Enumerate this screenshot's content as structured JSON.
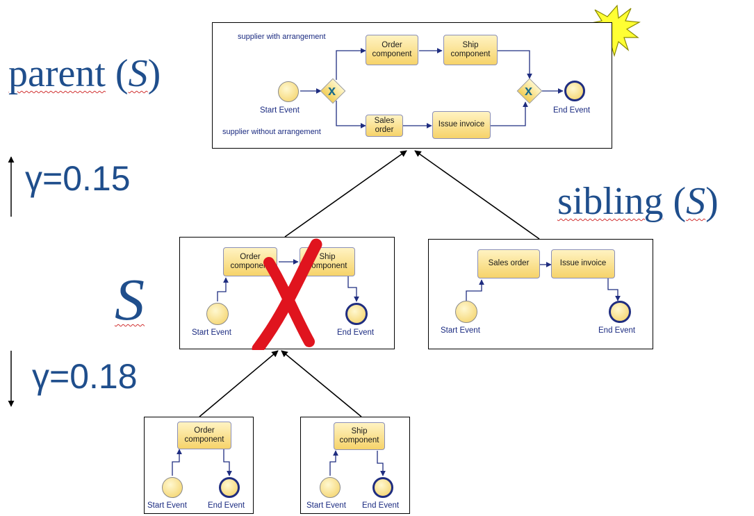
{
  "labels": {
    "parent_word": "parent",
    "parent_paren_open": "(",
    "parent_s": "S",
    "parent_paren_close": ")",
    "sibling_word": "sibling",
    "sibling_paren_open": "(",
    "sibling_s": "S",
    "sibling_paren_close": ")",
    "s_main": "S",
    "gamma_up": "γ=0.15",
    "gamma_down": "γ=0.18"
  },
  "parent_panel": {
    "edge_top": "supplier with arrangement",
    "edge_bottom": "supplier without arrangement",
    "start_event": "Start Event",
    "end_event": "End Event",
    "task_order": "Order component",
    "task_ship": "Ship component",
    "task_sales": "Sales order",
    "task_invoice": "Issue invoice"
  },
  "s_panel": {
    "task_order": "Order component",
    "task_ship": "Ship component",
    "start_event": "Start Event",
    "end_event": "End Event"
  },
  "sibling_panel": {
    "task_sales": "Sales order",
    "task_invoice": "Issue invoice",
    "start_event": "Start Event",
    "end_event": "End Event"
  },
  "child_left": {
    "task": "Order component",
    "start_event": "Start Event",
    "end_event": "End Event"
  },
  "child_right": {
    "task": "Ship component",
    "start_event": "Start Event",
    "end_event": "End Event"
  },
  "colors": {
    "label_blue": "#1f4e8c",
    "cross_red": "#e0141e",
    "star_yellow": "#ffff33"
  }
}
